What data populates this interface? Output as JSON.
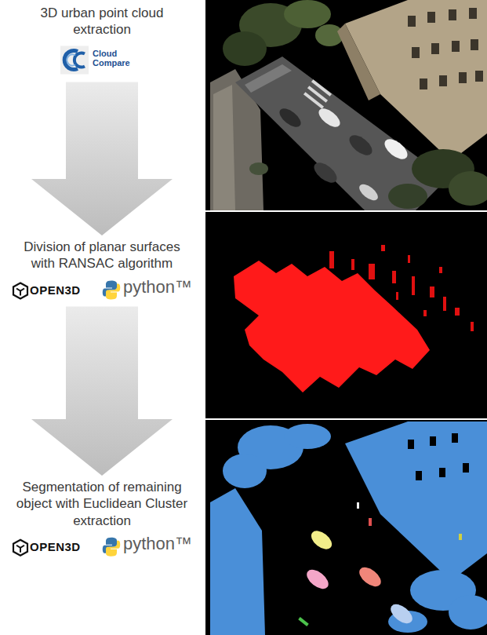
{
  "diagram": {
    "nodes": [
      {
        "text": [
          "3D urban point cloud extraction"
        ]
      },
      {
        "text": [
          "Division of planar surfaces with RANSAC algorithm"
        ]
      },
      {
        "text": [
          "Segmentation of remaining object with Euclidean Cluster extraction"
        ]
      }
    ],
    "edges": [
      {
        "from": 0,
        "to": 1,
        "arrow": "to"
      },
      {
        "from": 1,
        "to": 2,
        "arrow": "to"
      }
    ],
    "labels": [
      "Cloud Compare",
      "OPEN3D",
      "python™",
      "OPEN3D",
      "python™"
    ]
  }
}
